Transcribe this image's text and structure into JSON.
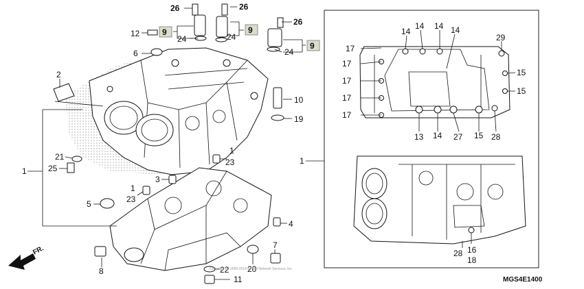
{
  "diagram_code": "MGS4E1400",
  "copyright": "Copyright (c) 2000-2014 by ARI Network Services, Inc.",
  "direction_label": "FR.",
  "callouts": {
    "c1a": "1",
    "c1b": "1",
    "c1c": "1",
    "c1d": "1",
    "c2": "2",
    "c3": "3",
    "c4": "4",
    "c5": "5",
    "c6": "6",
    "c7": "7",
    "c8": "8",
    "c9a": "9",
    "c9b": "9",
    "c9c": "9",
    "c10": "10",
    "c11": "11",
    "c12": "12",
    "c13": "13",
    "c14a": "14",
    "c14b": "14",
    "c14c": "14",
    "c14d": "14",
    "c15a": "15",
    "c15b": "15",
    "c15c": "15",
    "c16": "16",
    "c17a": "17",
    "c17b": "17",
    "c17c": "17",
    "c17d": "17",
    "c17e": "17",
    "c18": "18",
    "c19": "19",
    "c20": "20",
    "c21": "21",
    "c22": "22",
    "c23a": "23",
    "c23b": "23",
    "c24a": "24",
    "c24b": "24",
    "c24c": "24",
    "c25": "25",
    "c26a": "26",
    "c26b": "26",
    "c26c": "26",
    "c27": "27",
    "c28a": "28",
    "c28b": "28",
    "c29": "29"
  }
}
